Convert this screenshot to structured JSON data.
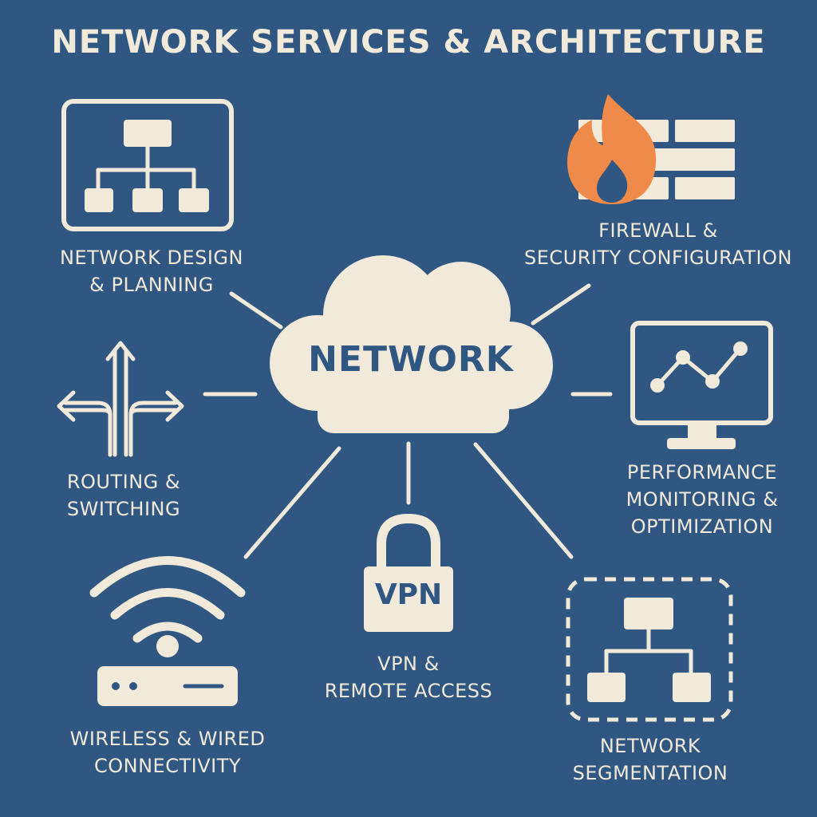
{
  "title": "NETWORK SERVICES & ARCHITECTURE",
  "hub": {
    "label": "NETWORK"
  },
  "colors": {
    "background": "#2f5782",
    "foreground": "#f1eadb",
    "accent": "#ef8a48"
  },
  "services": [
    {
      "icon": "hierarchy-icon",
      "line1": "NETWORK DESIGN",
      "line2": "& PLANNING"
    },
    {
      "icon": "firewall-icon",
      "line1": "FIREWALL &",
      "line2": "SECURITY CONFIGURATION"
    },
    {
      "icon": "routing-arrows-icon",
      "line1": "ROUTING &",
      "line2": "SWITCHING"
    },
    {
      "icon": "monitor-chart-icon",
      "line1": "PERFORMANCE",
      "line2": "MONITORING &",
      "line3": "OPTIMIZATION"
    },
    {
      "icon": "wifi-router-icon",
      "line1": "WIRELESS & WIRED",
      "line2": "CONNECTIVITY"
    },
    {
      "icon": "padlock-icon",
      "badge": "VPN",
      "line1": "VPN &",
      "line2": "REMOTE ACCESS"
    },
    {
      "icon": "segmented-network-icon",
      "line1": "NETWORK",
      "line2": "SEGMENTATION"
    }
  ]
}
